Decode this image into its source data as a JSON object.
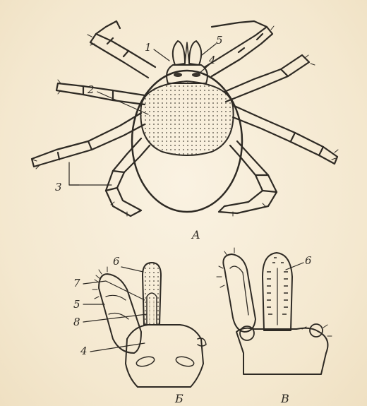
{
  "figure": {
    "labels": {
      "n1": "1",
      "n2": "2",
      "n3": "3",
      "n4_top": "4",
      "n5_top": "5",
      "n6_left": "6",
      "n7": "7",
      "n5_left": "5",
      "n8": "8",
      "n4_left": "4",
      "n6_right": "6"
    },
    "captions": {
      "a": "A",
      "b": "Б",
      "v": "В"
    }
  }
}
